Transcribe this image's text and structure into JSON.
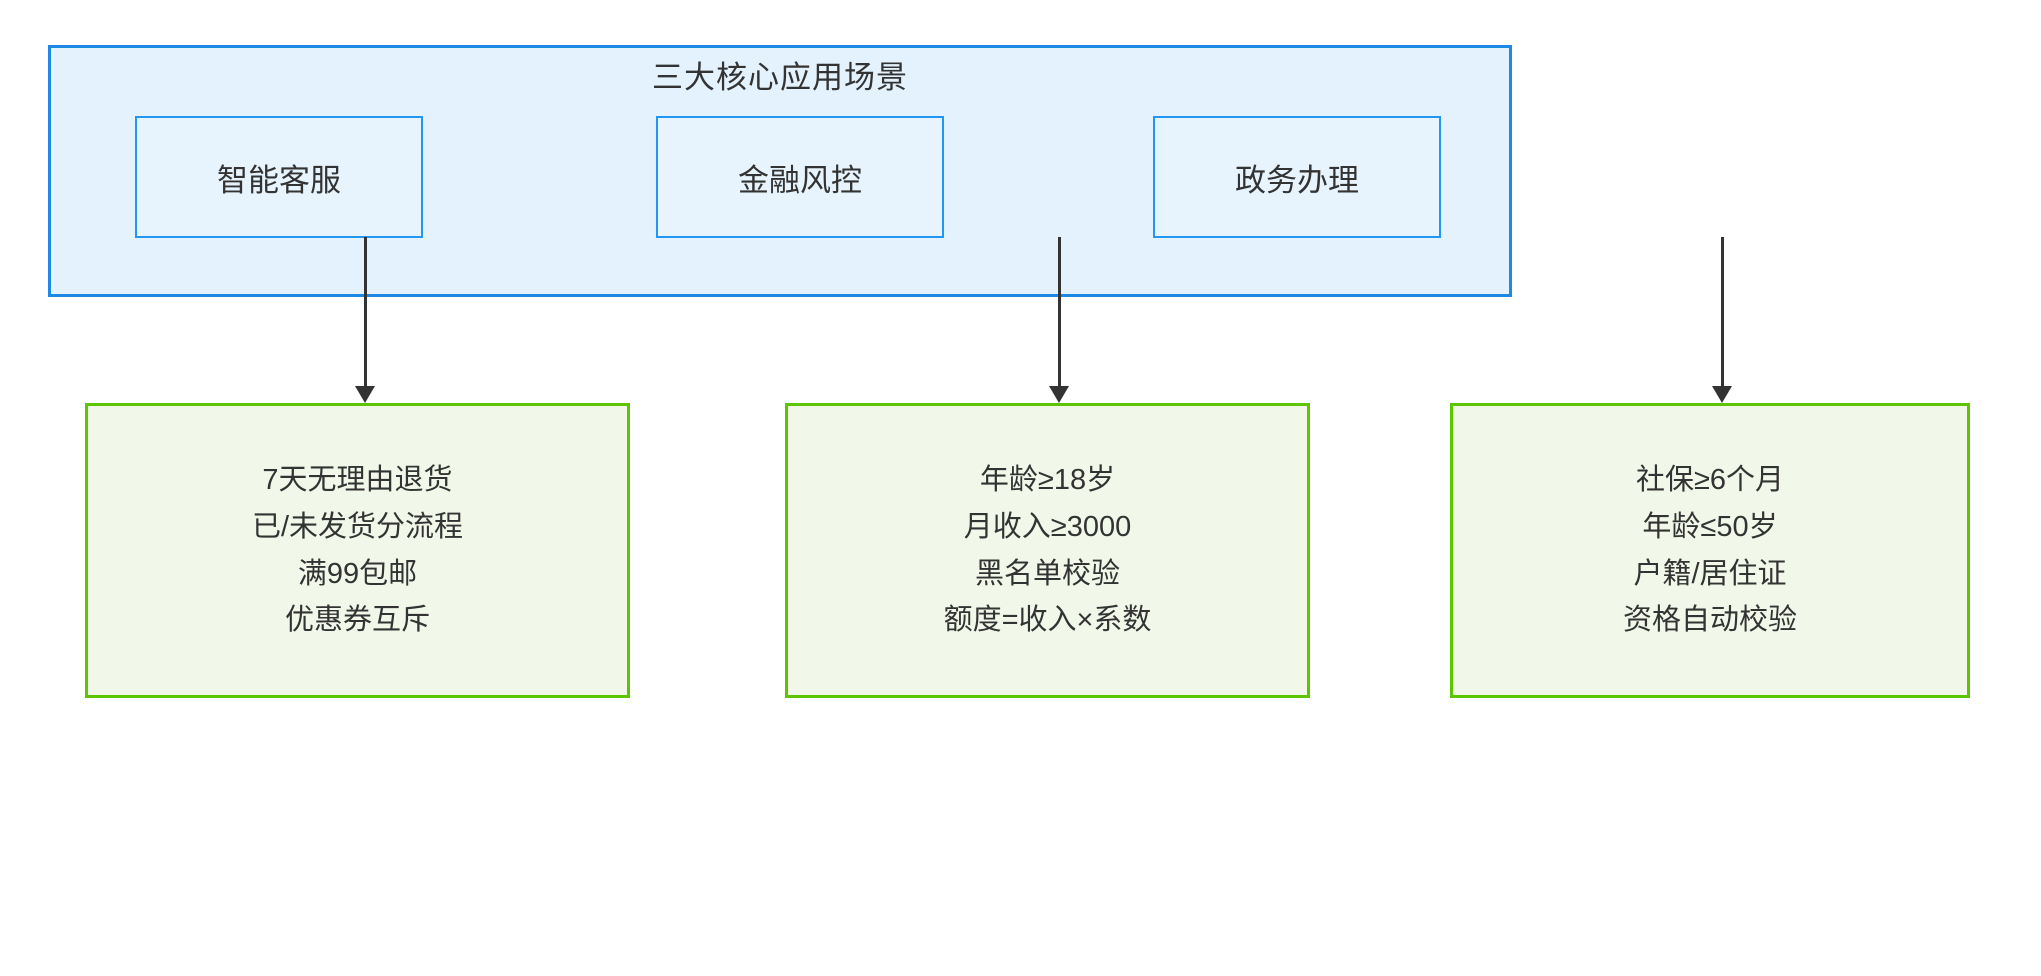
{
  "diagram": {
    "title": "三大核心应用场景",
    "scenarios": [
      {
        "label": "智能客服"
      },
      {
        "label": "金融风控"
      },
      {
        "label": "政务办理"
      }
    ],
    "rules": [
      {
        "lines": [
          "7天无理由退货",
          "已/未发货分流程",
          "满99包邮",
          "优惠券互斥"
        ]
      },
      {
        "lines": [
          "年龄≥18岁",
          "月收入≥3000",
          "黑名单校验",
          "额度=收入×系数"
        ]
      },
      {
        "lines": [
          "社保≥6个月",
          "年龄≤50岁",
          "户籍/居住证",
          "资格自动校验"
        ]
      }
    ],
    "colors": {
      "band_fill": "#e3f2fd",
      "band_border": "#1e88e5",
      "scenario_border": "#2196f3",
      "rule_fill": "#f1f8e9",
      "rule_border": "#5cc603",
      "arrow": "#333333",
      "text": "#333333"
    }
  }
}
